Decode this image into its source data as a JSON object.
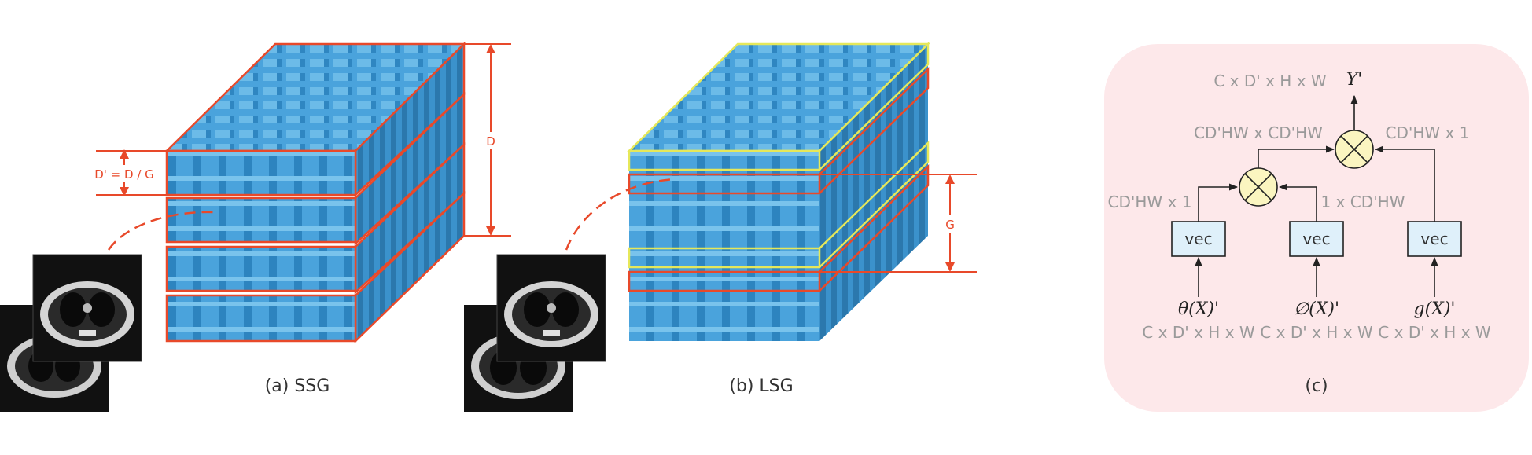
{
  "panel_a": {
    "caption": "(a) SSG",
    "dim_D": "D",
    "dim_group": "D' = D / G"
  },
  "panel_b": {
    "caption": "(b) LSG",
    "dim_G": "G"
  },
  "panel_c": {
    "caption": "(c)",
    "output_symbol": "Y'",
    "output_shape": "C x D' x H x W",
    "mul_left_label": "CD'HW x CD'HW",
    "mul_right_label": "CD'HW x 1",
    "vec_left_label": "CD'HW x 1",
    "vec_mid_label": "1 x CD'HW",
    "vec_box": "vec",
    "inputs": [
      {
        "symbol": "θ(X)'",
        "shape": "C x D' x H x W"
      },
      {
        "symbol": "∅(X)'",
        "shape": "C x D' x H x W"
      },
      {
        "symbol": "g(X)'",
        "shape": "C x D' x H x W"
      }
    ]
  },
  "colors": {
    "cube_front": "#4aa3dc",
    "cube_side": "#2d7fb8",
    "cube_top": "#6fbde9",
    "red_outline": "#e8492a",
    "yellow_outline": "#e6e85a",
    "panel_c_bg": "#fde8ea",
    "mul_fill": "#fbf5c0",
    "vec_fill": "#dff0fa"
  }
}
